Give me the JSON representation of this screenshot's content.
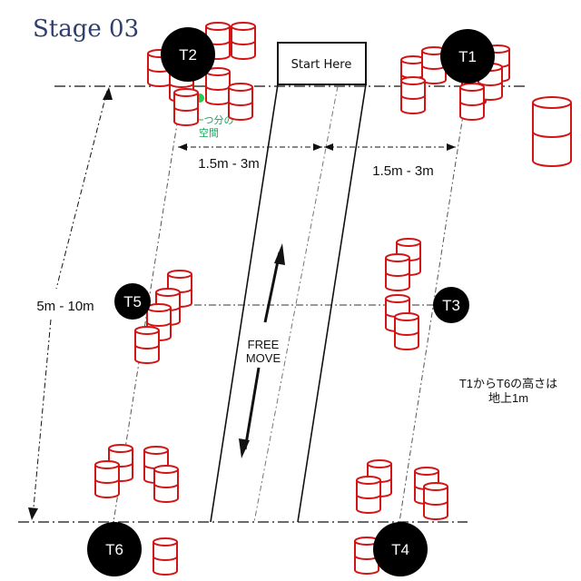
{
  "title": "Stage 03",
  "start_label": "Start Here",
  "free_move_label": [
    "FREE",
    "MOVE"
  ],
  "dims": {
    "left_gap": "1.5m - 3m",
    "right_gap": "1.5m - 3m",
    "depth": "5m - 10m"
  },
  "note_lines": [
    "T1からT6の高さは",
    "地上1m"
  ],
  "green_note_lines": [
    "拳一つ分の",
    "空間"
  ],
  "targets": [
    {
      "id": "T1",
      "label": "T1"
    },
    {
      "id": "T2",
      "label": "T2"
    },
    {
      "id": "T3",
      "label": "T3"
    },
    {
      "id": "T4",
      "label": "T4"
    },
    {
      "id": "T5",
      "label": "T5"
    },
    {
      "id": "T6",
      "label": "T6"
    }
  ],
  "colors": {
    "barrel": "#d21414",
    "target": "#000000",
    "title": "#2f3f6b",
    "marker": "#22cc55"
  }
}
